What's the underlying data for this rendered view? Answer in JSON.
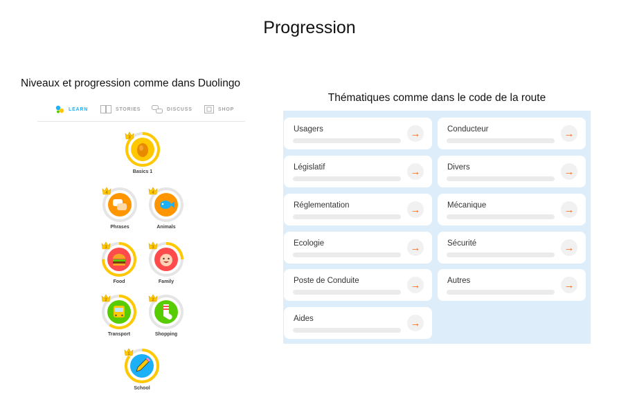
{
  "page": {
    "title": "Progression"
  },
  "left_section": {
    "caption": "Niveaux et progression comme dans Duolingo"
  },
  "right_section": {
    "caption": "Thématiques comme dans le code de la route"
  },
  "duo_nav": {
    "items": [
      {
        "label": "LEARN",
        "icon": "owl-icon",
        "active": true
      },
      {
        "label": "STORIES",
        "icon": "book-icon",
        "active": false
      },
      {
        "label": "DISCUSS",
        "icon": "chat-bubbles-icon",
        "active": false
      },
      {
        "label": "SHOP",
        "icon": "shop-icon",
        "active": false
      }
    ]
  },
  "skills": [
    {
      "name": "Basics 1",
      "level": "3",
      "progress": 0.9,
      "ring_color": "#ffc800",
      "fill_color": "#ffc800",
      "icon": "egg-icon"
    },
    {
      "name": "Phrases",
      "level": "4",
      "progress": 0.0,
      "ring_color": "#ffc800",
      "fill_color": "#ff9600",
      "icon": "speech-bubbles-icon"
    },
    {
      "name": "Animals",
      "level": "4",
      "progress": 0.0,
      "ring_color": "#ffc800",
      "fill_color": "#ff9600",
      "icon": "fish-icon"
    },
    {
      "name": "Food",
      "level": "3",
      "progress": 0.75,
      "ring_color": "#ffc800",
      "fill_color": "#ff4b4b",
      "icon": "burger-icon"
    },
    {
      "name": "Family",
      "level": "3",
      "progress": 0.25,
      "ring_color": "#ffc800",
      "fill_color": "#ff4b4b",
      "icon": "baby-icon"
    },
    {
      "name": "Transport",
      "level": "2",
      "progress": 0.6,
      "ring_color": "#ffc800",
      "fill_color": "#58cc02",
      "icon": "bus-icon"
    },
    {
      "name": "Shopping",
      "level": "2",
      "progress": 0.0,
      "ring_color": "#ffc800",
      "fill_color": "#58cc02",
      "icon": "sock-icon"
    },
    {
      "name": "School",
      "level": "1",
      "progress": 0.85,
      "ring_color": "#ffc800",
      "fill_color": "#1cb0f6",
      "icon": "pencil-icon"
    }
  ],
  "themes": [
    {
      "label": "Usagers"
    },
    {
      "label": "Conducteur"
    },
    {
      "label": "Législatif"
    },
    {
      "label": "Divers"
    },
    {
      "label": "Réglementation"
    },
    {
      "label": "Mécanique"
    },
    {
      "label": "Ecologie"
    },
    {
      "label": "Sécurité"
    },
    {
      "label": "Poste de Conduite"
    },
    {
      "label": "Autres"
    },
    {
      "label": "Aides"
    }
  ],
  "theme_arrow": "→",
  "colors": {
    "accent_blue": "#1cb0f6",
    "arrow_orange": "#f26a1b",
    "panel_bg": "#ddeefa",
    "crown": "#ffc800"
  }
}
